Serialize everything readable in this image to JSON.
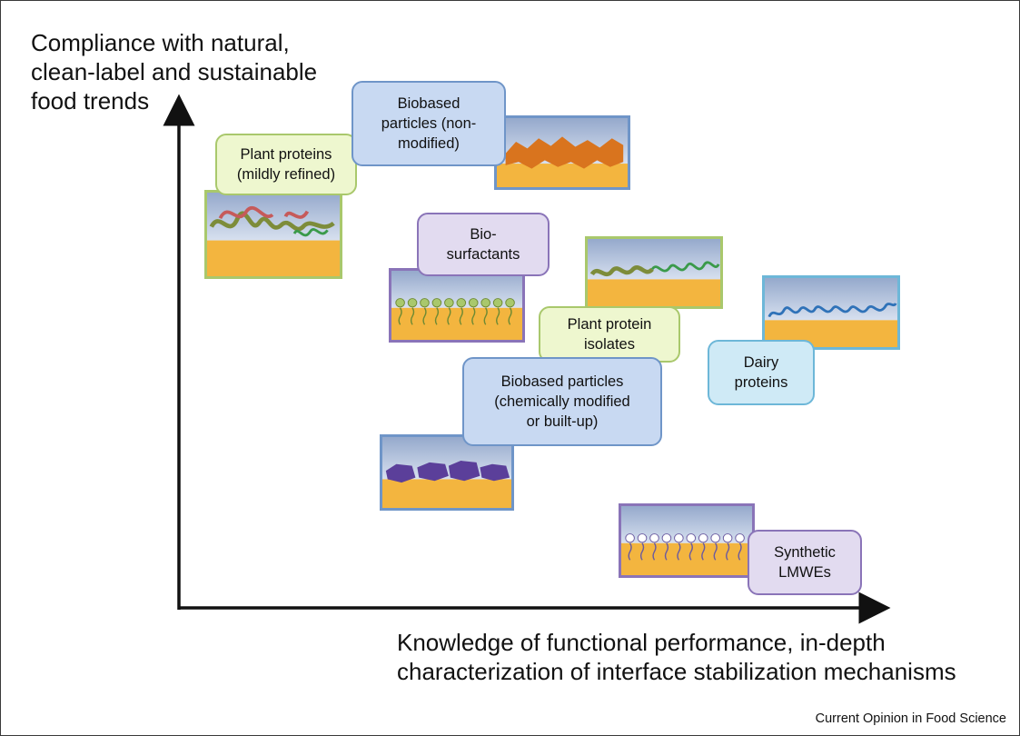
{
  "axes": {
    "y_title": "Compliance with natural,\nclean-label and sustainable\nfood trends",
    "x_title": "Knowledge of functional performance, in-depth\ncharacterization of interface stabilization mechanisms"
  },
  "credit": "Current Opinion in Food Science",
  "categories": {
    "plant_mild": "Plant proteins\n(mildly refined)",
    "biobased_nonmod": "Biobased\nparticles (non-\nmodified)",
    "biosurfactants": "Bio-\nsurfactants",
    "plant_isolates": "Plant protein\nisolates",
    "dairy": "Dairy\nproteins",
    "biobased_chem": "Biobased particles\n(chemically modified\nor built-up)",
    "synthetic": "Synthetic\nLMWEs"
  },
  "colors": {
    "blue_box_fill": "#c8d9f2",
    "blue_box_border": "#6f95c8",
    "green_box_fill": "#eef7cf",
    "green_box_border": "#a9c86c",
    "purple_box_fill": "#e2dbf0",
    "purple_box_border": "#8a74b8",
    "cyan_box_fill": "#cfeaf6",
    "cyan_box_border": "#6db7d8",
    "oil_phase": "#f3b53f",
    "water_phase": "#b7c7e0"
  }
}
